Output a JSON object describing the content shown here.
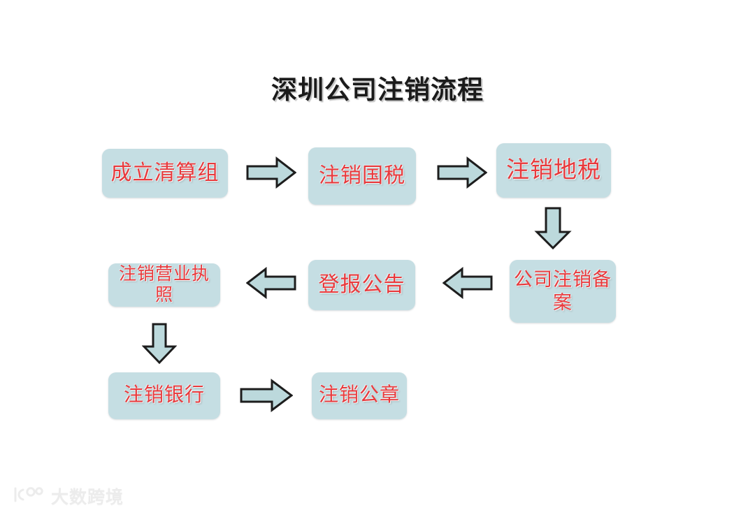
{
  "page": {
    "title": "深圳公司注销流程",
    "background_color": "#ffffff",
    "node_fill_color": "#c5dee3",
    "node_text_color": "#e8393c",
    "arrow_fill_color": "#bcd9dc",
    "arrow_stroke_color": "#1d1d1d",
    "title_color": "#1b1b1b"
  },
  "flow": {
    "nodes": [
      {
        "id": "liquidation",
        "label": "成立清算组",
        "row": 1,
        "order": 1
      },
      {
        "id": "national-tax",
        "label": "注销国税",
        "row": 1,
        "order": 2
      },
      {
        "id": "local-tax",
        "label": "注销地税",
        "row": 1,
        "order": 3
      },
      {
        "id": "filing",
        "label": "公司注销备案",
        "row": 2,
        "order": 1
      },
      {
        "id": "announce",
        "label": "登报公告",
        "row": 2,
        "order": 2
      },
      {
        "id": "license",
        "label": "注销营业执照",
        "row": 2,
        "order": 3
      },
      {
        "id": "bank",
        "label": "注销银行",
        "row": 3,
        "order": 1
      },
      {
        "id": "seal",
        "label": "注销公章",
        "row": 3,
        "order": 2
      }
    ],
    "connectors": [
      {
        "id": "arrow-1",
        "direction": "right",
        "from": "liquidation",
        "to": "national-tax"
      },
      {
        "id": "arrow-2",
        "direction": "right",
        "from": "national-tax",
        "to": "local-tax"
      },
      {
        "id": "arrow-3",
        "direction": "down",
        "from": "local-tax",
        "to": "filing"
      },
      {
        "id": "arrow-4",
        "direction": "left",
        "from": "filing",
        "to": "announce"
      },
      {
        "id": "arrow-5",
        "direction": "left",
        "from": "announce",
        "to": "license"
      },
      {
        "id": "arrow-6",
        "direction": "down",
        "from": "license",
        "to": "bank"
      },
      {
        "id": "arrow-7",
        "direction": "right",
        "from": "bank",
        "to": "seal"
      }
    ]
  },
  "watermark": {
    "text": "大数跨境",
    "color": "#ececec"
  }
}
